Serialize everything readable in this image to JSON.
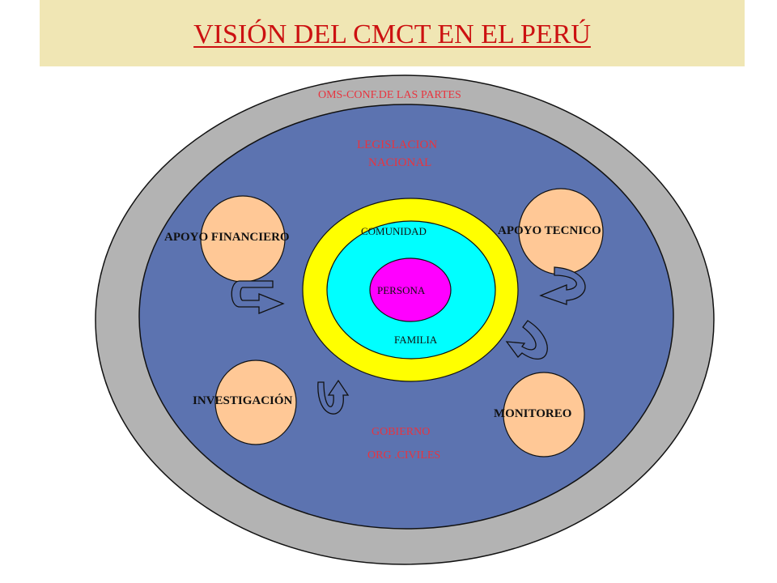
{
  "title": "VISIÓN DEL CMCT EN EL PERÚ",
  "labels": {
    "outer": "OMS-CONF.DE LAS PARTES",
    "legislation_line1": "LEGISLACION",
    "legislation_line2": "NACIONAL",
    "apoyo_financiero": "APOYO FINANCIERO",
    "apoyo_tecnico": "APOYO TECNICO",
    "comunidad": "COMUNIDAD",
    "persona": "PERSONA",
    "familia": "FAMILIA",
    "investigacion": "INVESTIGACIÓN",
    "monitoreo": "MONITOREO",
    "gobierno": "GOBIERNO",
    "org_civiles": "ORG .CIVILES"
  },
  "colors": {
    "outer_ring": "#b3b3b3",
    "inner_field": "#5c73b0",
    "comunidad": "#ffff00",
    "familia": "#00ffff",
    "persona": "#ff00ff",
    "support_circles": "#ffc896",
    "red_text": "#e8343f",
    "arrow_fill": "#5c73b0"
  }
}
